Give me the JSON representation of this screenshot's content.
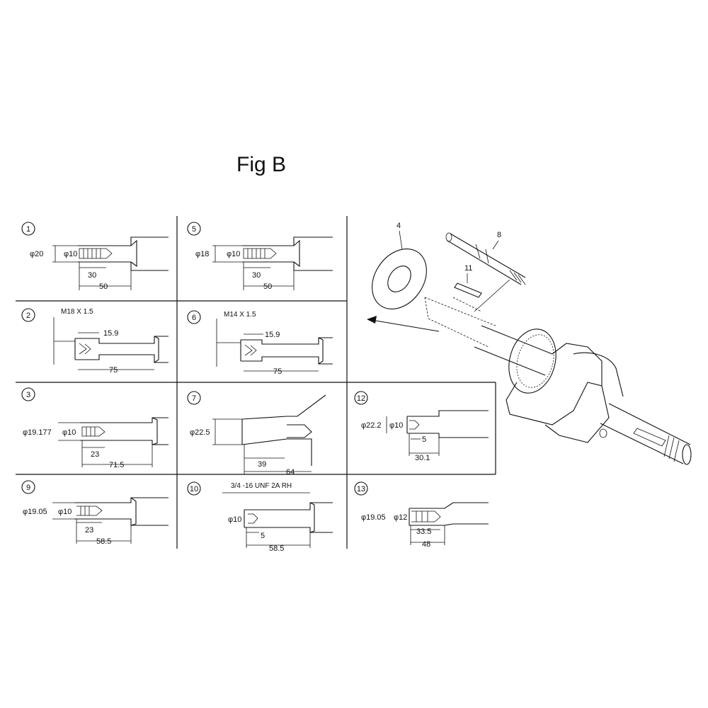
{
  "title": "Fig B",
  "cells": [
    {
      "id": "1",
      "dims": [
        "φ20",
        "φ10",
        "30",
        "50"
      ]
    },
    {
      "id": "5",
      "dims": [
        "φ18",
        "φ10",
        "30",
        "50"
      ]
    },
    {
      "id": "2",
      "dims": [
        "M18 X 1.5",
        "15.9",
        "75"
      ]
    },
    {
      "id": "6",
      "dims": [
        "M14 X 1.5",
        "15.9",
        "75"
      ]
    },
    {
      "id": "3",
      "dims": [
        "φ19.177",
        "φ10",
        "23",
        "71.5"
      ]
    },
    {
      "id": "7",
      "dims": [
        "φ22.5",
        "39",
        "64"
      ]
    },
    {
      "id": "12",
      "dims": [
        "φ22.2",
        "φ10",
        "5",
        "30.1"
      ]
    },
    {
      "id": "9",
      "dims": [
        "φ19.05",
        "φ10",
        "23",
        "58.5"
      ]
    },
    {
      "id": "10",
      "dims": [
        "3/4 -16 UNF 2A RH",
        "φ10",
        "5",
        "58.5"
      ]
    },
    {
      "id": "13",
      "dims": [
        "φ19.05",
        "φ12",
        "33.5",
        "48"
      ]
    }
  ],
  "callouts": [
    "4",
    "8",
    "11"
  ]
}
